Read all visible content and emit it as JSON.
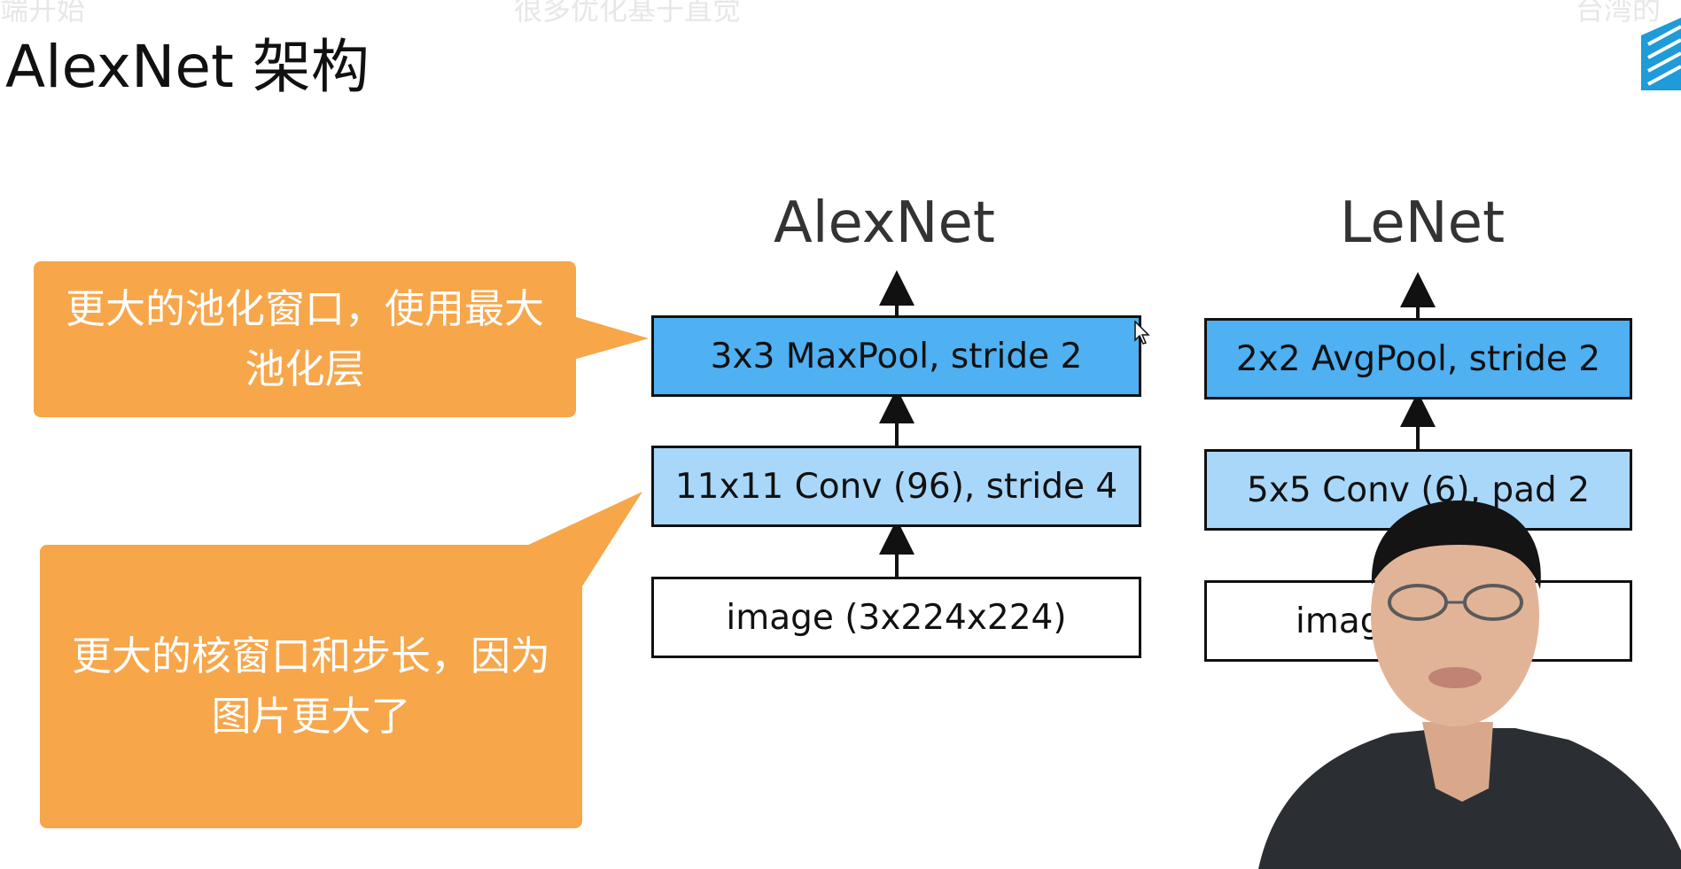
{
  "slide": {
    "title": "AlexNet 架构"
  },
  "overlay": {
    "subtitle_left": "端开始",
    "subtitle_center": "很多优化基于直觉",
    "subtitle_right": "台湾的"
  },
  "alexnet": {
    "title": "AlexNet",
    "blocks": [
      "3x3 MaxPool, stride 2",
      "11x11 Conv (96), stride 4",
      "image (3x224x224)"
    ]
  },
  "lenet": {
    "title": "LeNet",
    "blocks": [
      "2x2 AvgPool, stride 2",
      "5x5 Conv (6), pad 2",
      "imag"
    ]
  },
  "callouts": {
    "top": "更大的池化窗口，使用最大池化层",
    "bottom": "更大的核窗口和步长，因为图片更大了"
  },
  "colors": {
    "block_dark": "#4fb0f2",
    "block_light": "#a9d7fa",
    "callout": "#f7a64a",
    "logo": "#1e9bd8"
  },
  "icons": {
    "cursor": "mouse-pointer-icon",
    "logo": "bilibili-logo-icon"
  }
}
